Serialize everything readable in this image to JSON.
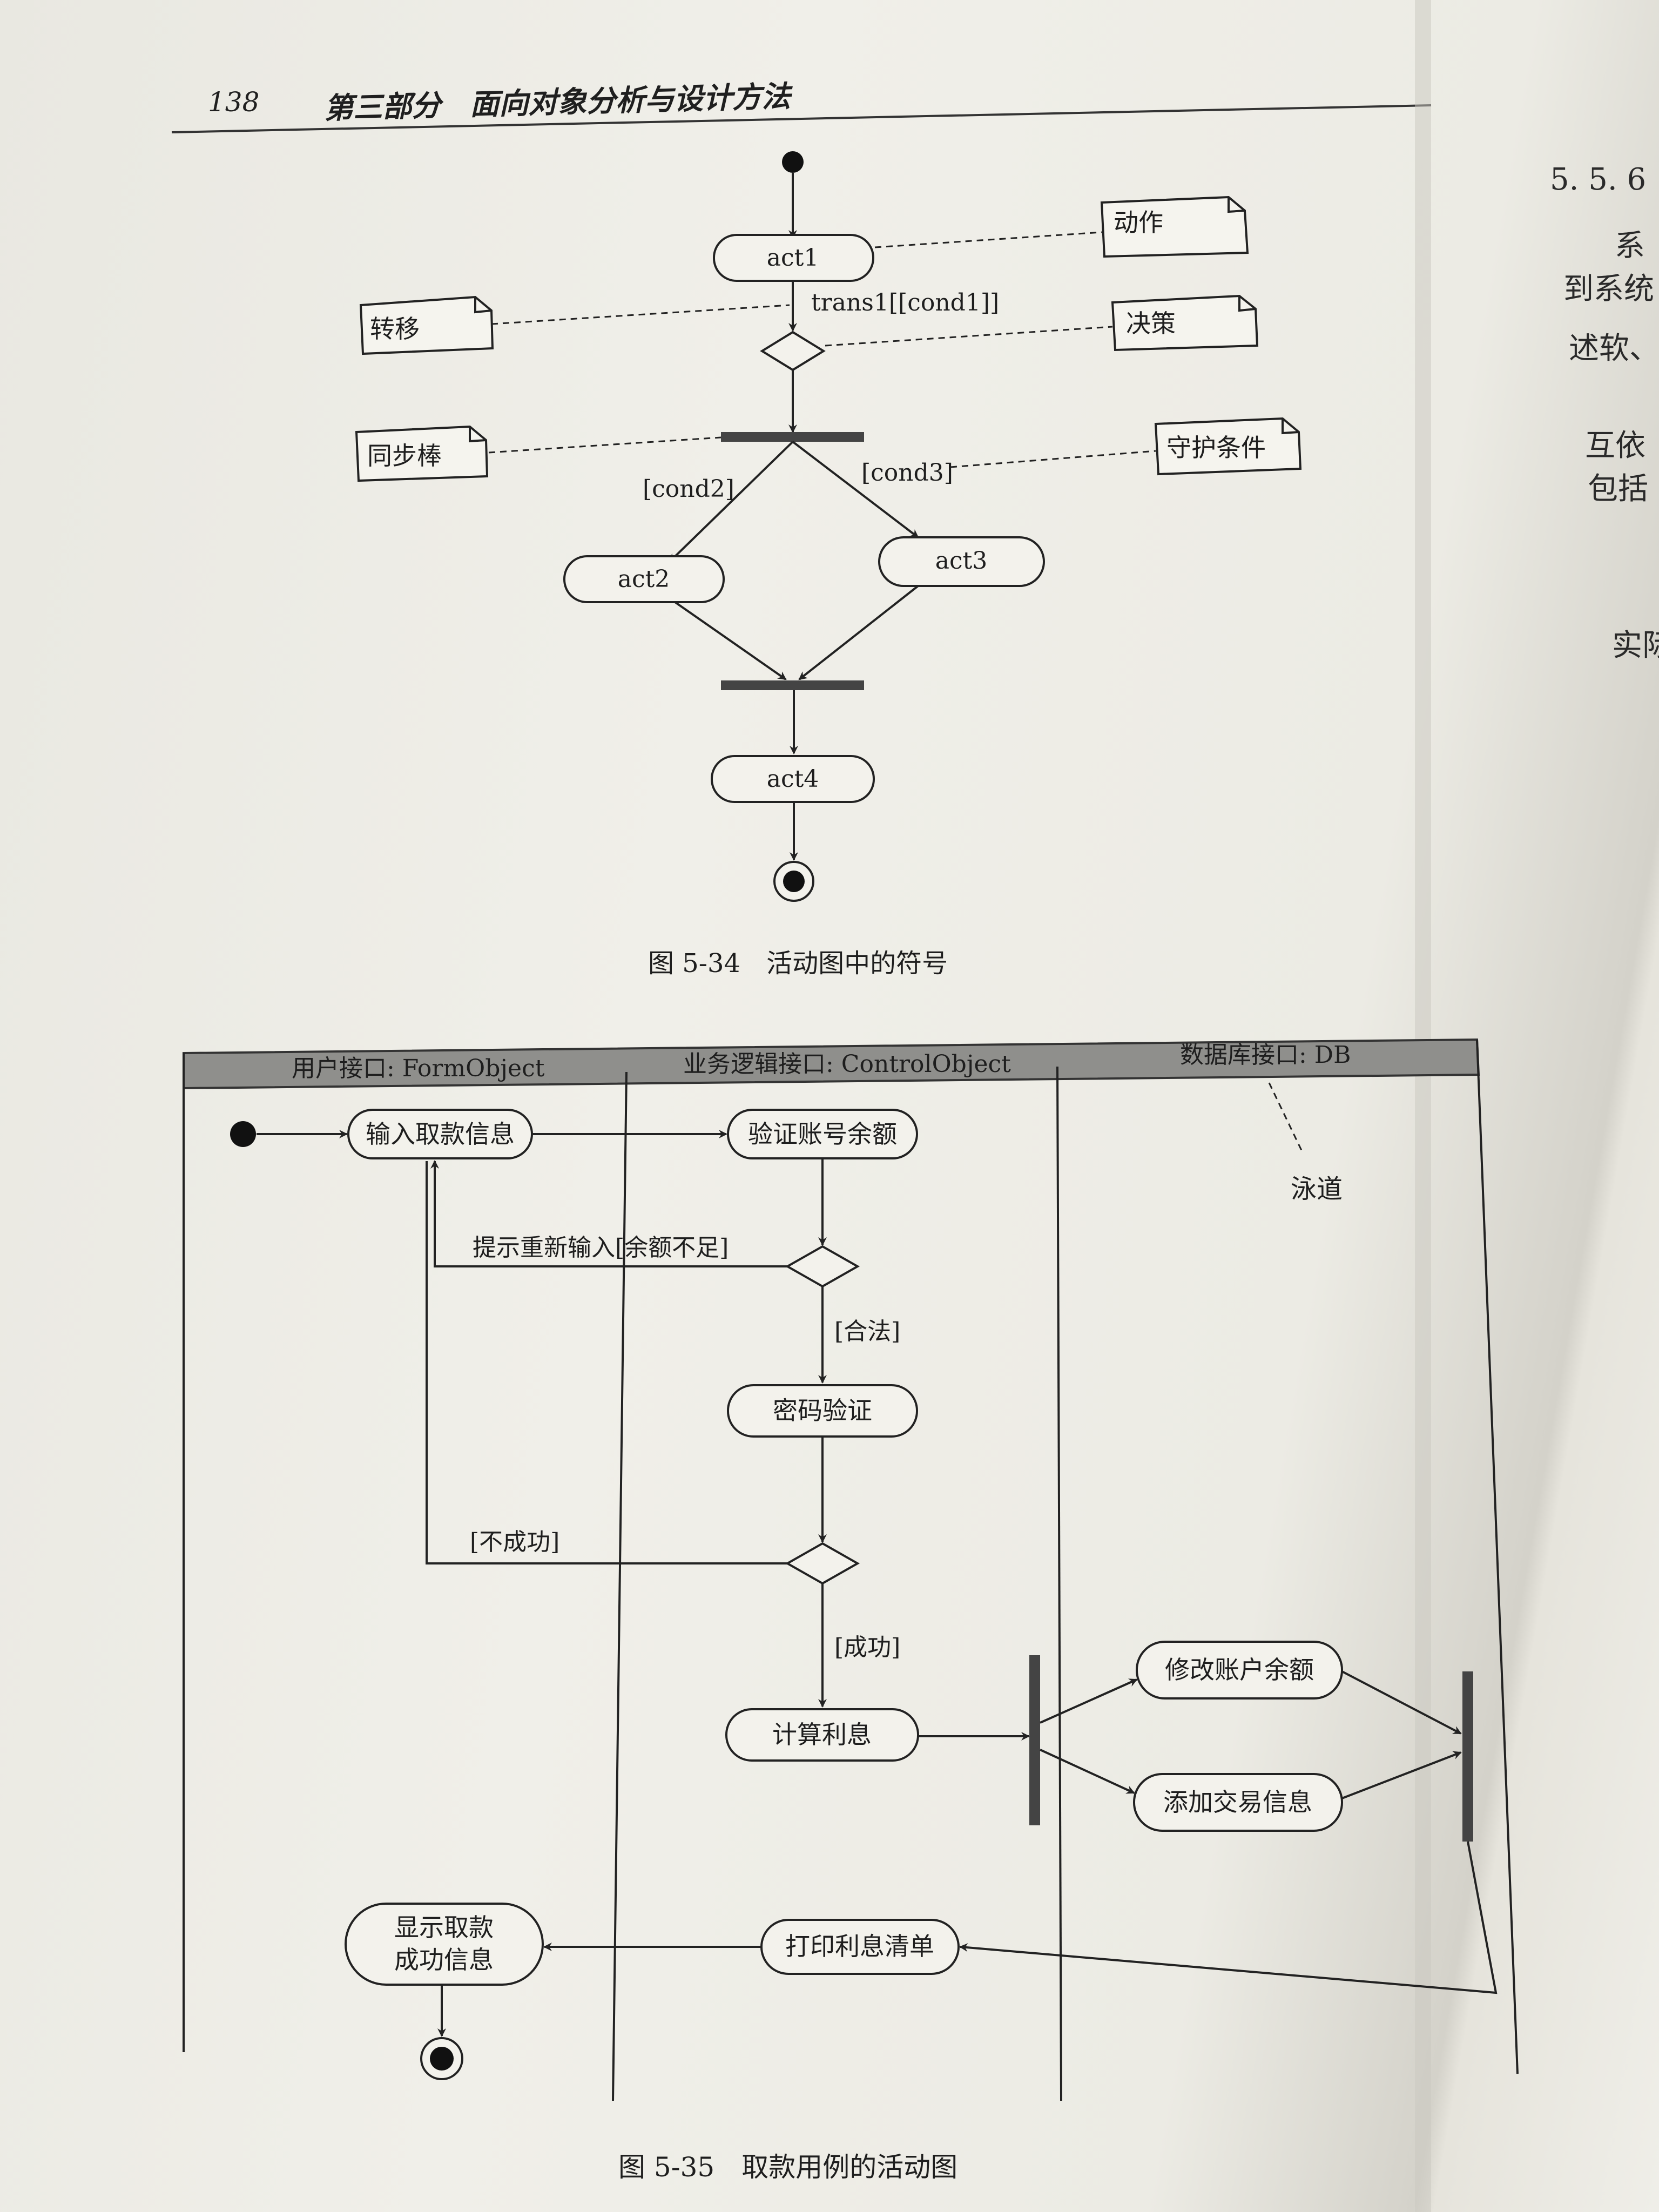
{
  "header": {
    "page_number": "138",
    "running_title": "第三部分　面向对象分析与设计方法"
  },
  "right_page": {
    "section_number": "5. 5. 6",
    "lines": [
      "系",
      "到系统",
      "述软、",
      "互依",
      "包括",
      "实际"
    ]
  },
  "figure_5_34": {
    "caption": "图 5-34　活动图中的符号",
    "nodes": {
      "act1": "act1",
      "act2": "act2",
      "act3": "act3",
      "act4": "act4"
    },
    "guards": {
      "trans1": "trans1[[cond1]]",
      "cond2": "[cond2]",
      "cond3": "[cond3]"
    },
    "notes": {
      "action": "动作",
      "transition": "转移",
      "decision": "决策",
      "sync_bar": "同步棒",
      "guard_condition": "守护条件"
    }
  },
  "figure_5_35": {
    "caption": "图 5-35　取款用例的活动图",
    "swimlanes": [
      "用户接口: FormObject",
      "业务逻辑接口: ControlObject",
      "数据库接口: DB"
    ],
    "swimlane_note": "泳道",
    "activities": {
      "input_info": "输入取款信息",
      "verify_balance": "验证账号余额",
      "password_verify": "密码验证",
      "calc_interest": "计算利息",
      "modify_balance": "修改账户余额",
      "add_transaction": "添加交易信息",
      "print_list": "打印利息清单",
      "show_success_1": "显示取款",
      "show_success_2": "成功信息"
    },
    "guards": {
      "reinput": "提示重新输入[余额不足]",
      "legal": "[合法]",
      "fail": "[不成功]",
      "success": "[成功]"
    }
  }
}
